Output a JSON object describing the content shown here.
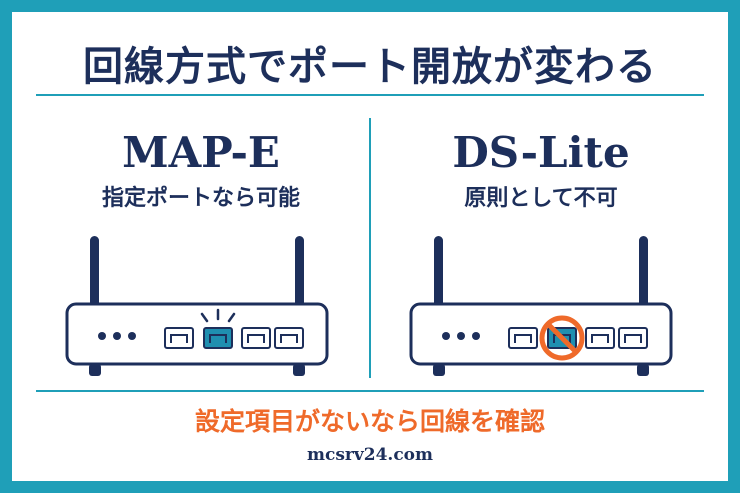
{
  "title": "回線方式でポート開放が変わる",
  "left": {
    "heading": "MAP-E",
    "sub": "指定ポートなら可能"
  },
  "right": {
    "heading": "DS-Lite",
    "sub": "原則として不可"
  },
  "footer_note": "設定項目がないなら回線を確認",
  "domain": "mcsrv24.com",
  "colors": {
    "border": "#1f9fb8",
    "navy": "#1d2f5b",
    "orange": "#ef6a2a",
    "active_port": "#1f8fb0"
  },
  "icons": {
    "left_router": "router-icon",
    "right_router": "router-icon",
    "blocked": "prohibited-icon"
  }
}
